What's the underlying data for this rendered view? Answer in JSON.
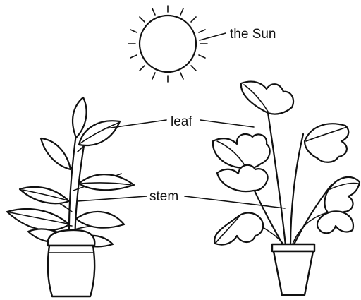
{
  "labels": {
    "sun": "the Sun",
    "leaf": "leaf",
    "stem": "stem"
  },
  "colors": {
    "ink": "#111111",
    "background": "#ffffff"
  }
}
